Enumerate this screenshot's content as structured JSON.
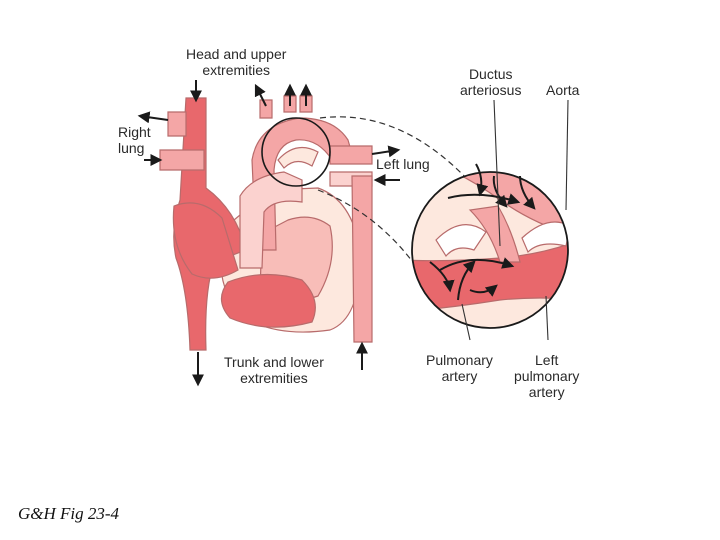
{
  "diagram": {
    "labels": {
      "head": "Head and upper\nextremities",
      "right_lung": "Right\nlung",
      "left_lung": "Left lung",
      "ductus": "Ductus\narteriosus",
      "aorta": "Aorta",
      "trunk": "Trunk and lower\nextremities",
      "pulmonary_artery": "Pulmonary\nartery",
      "left_pulmonary_artery": "Left\npulmonary\nartery"
    },
    "colors": {
      "oxygenated": "#e8686c",
      "mixed": "#f4a6a6",
      "light": "#fbd2cf",
      "pale": "#fde8de",
      "outline": "#b86b6b",
      "arrow": "#1a1a1a"
    }
  },
  "caption": "G&H Fig 23-4"
}
